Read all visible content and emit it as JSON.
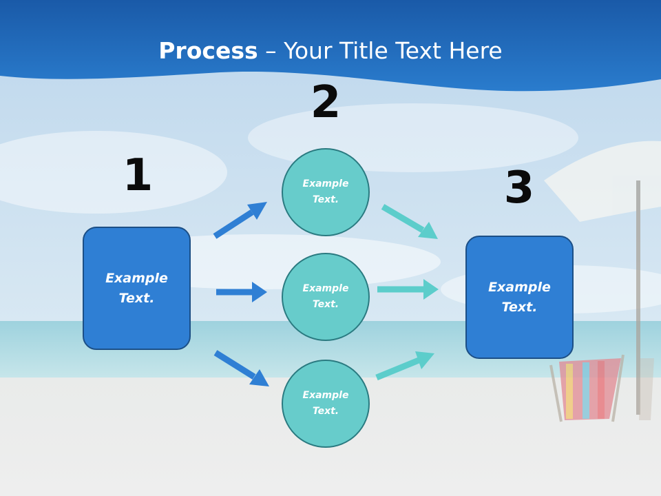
{
  "title": {
    "bold": "Process",
    "rest": " – Your Title Text Here"
  },
  "steps": {
    "one": {
      "number": "1",
      "box_line1": "Example",
      "box_line2": "Text."
    },
    "two": {
      "number": "2",
      "circles": [
        {
          "line1": "Example",
          "line2": "Text."
        },
        {
          "line1": "Example",
          "line2": "Text."
        },
        {
          "line1": "Example",
          "line2": "Text."
        }
      ]
    },
    "three": {
      "number": "3",
      "box_line1": "Example",
      "box_line2": "Text."
    }
  },
  "colors": {
    "box": "#2f7fd4",
    "circle": "#67cccb",
    "left_arrows": "#2f7fd4",
    "right_arrows": "#5ccdcb",
    "header": "#1f66b8"
  }
}
